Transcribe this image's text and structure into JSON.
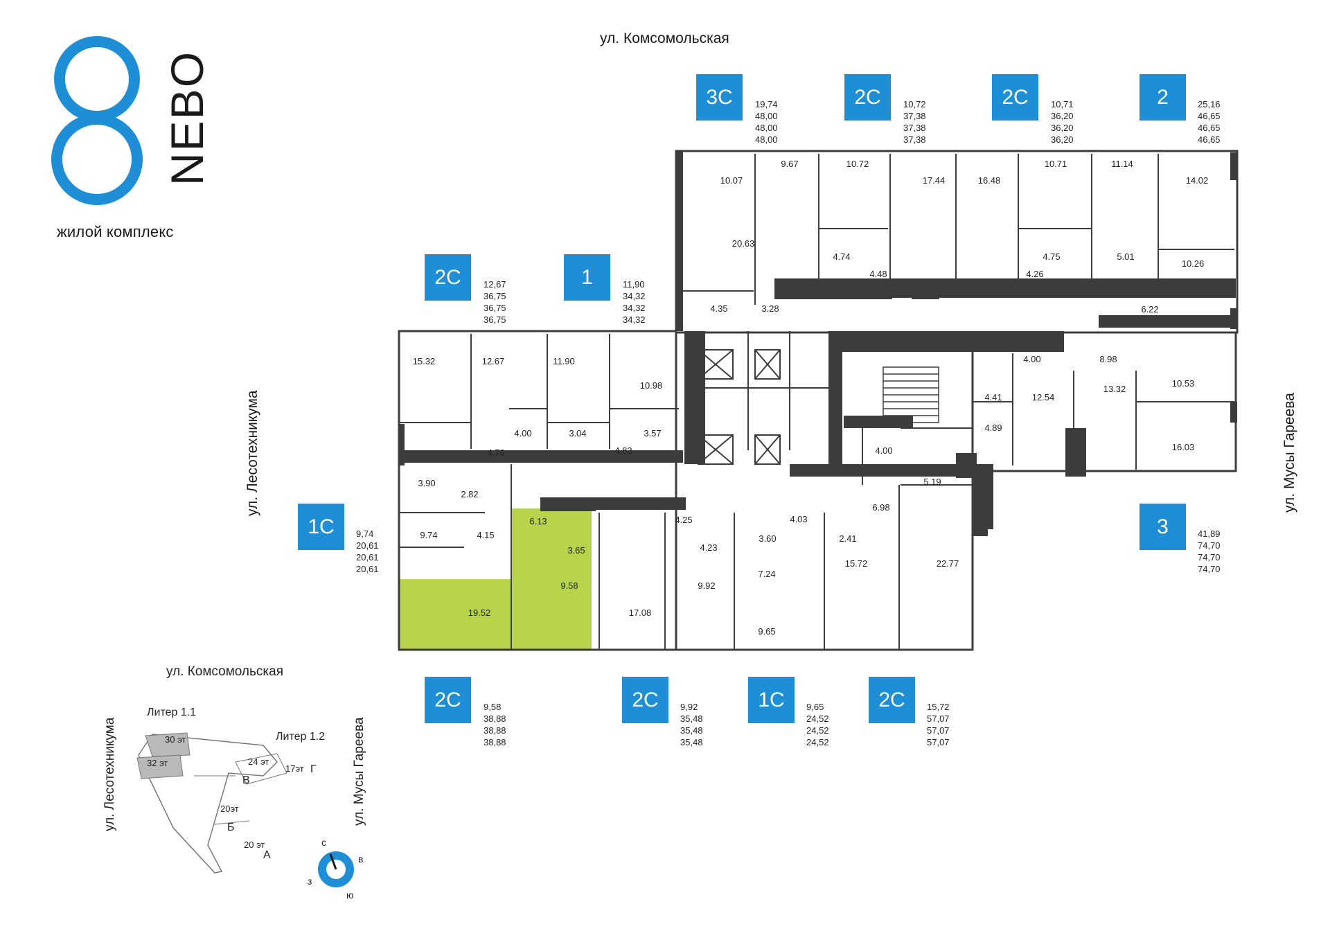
{
  "brand": {
    "name": "NEBO",
    "subtitle": "жилой комплекс"
  },
  "colors": {
    "accent": "#1e8fd6",
    "wall": "#3c3c3c",
    "selected": "#b8d44a",
    "site_block": "#b9b9b9"
  },
  "streets": {
    "top": "ул. Комсомольская",
    "left": "ул. Лесотехникума",
    "right": "ул. Мусы Гареева"
  },
  "apartments": [
    {
      "id": "a1",
      "type": "3С",
      "areas": [
        "19,74",
        "48,00",
        "48,00",
        "48,00"
      ]
    },
    {
      "id": "a2",
      "type": "2С",
      "areas": [
        "10,72",
        "37,38",
        "37,38",
        "37,38"
      ]
    },
    {
      "id": "a3",
      "type": "2С",
      "areas": [
        "10,71",
        "36,20",
        "36,20",
        "36,20"
      ]
    },
    {
      "id": "a4",
      "type": "2",
      "areas": [
        "25,16",
        "46,65",
        "46,65",
        "46,65"
      ]
    },
    {
      "id": "a5",
      "type": "2С",
      "areas": [
        "12,67",
        "36,75",
        "36,75",
        "36,75"
      ]
    },
    {
      "id": "a6",
      "type": "1",
      "areas": [
        "11,90",
        "34,32",
        "34,32",
        "34,32"
      ]
    },
    {
      "id": "a7",
      "type": "1С",
      "areas": [
        "9,74",
        "20,61",
        "20,61",
        "20,61"
      ]
    },
    {
      "id": "a8",
      "type": "3",
      "areas": [
        "41,89",
        "74,70",
        "74,70",
        "74,70"
      ]
    },
    {
      "id": "a9",
      "type": "2С",
      "areas": [
        "9,58",
        "38,88",
        "38,88",
        "38,88"
      ]
    },
    {
      "id": "a10",
      "type": "2С",
      "areas": [
        "9,92",
        "35,48",
        "35,48",
        "35,48"
      ]
    },
    {
      "id": "a11",
      "type": "1С",
      "areas": [
        "9,65",
        "24,52",
        "24,52",
        "24,52"
      ]
    },
    {
      "id": "a12",
      "type": "2С",
      "areas": [
        "15,72",
        "57,07",
        "57,07",
        "57,07"
      ]
    }
  ],
  "rooms": [
    "10.07",
    "9.67",
    "10.72",
    "17.44",
    "16.48",
    "10.71",
    "11.14",
    "14.02",
    "20.63",
    "4.74",
    "4.48",
    "4.26",
    "4.75",
    "5.01",
    "10.26",
    "4.35",
    "3.28",
    "6.22",
    "15.32",
    "12.67",
    "11.90",
    "10.98",
    "4.00",
    "3.04",
    "3.57",
    "4.76",
    "4.83",
    "4.00",
    "8.98",
    "4.41",
    "12.54",
    "13.32",
    "10.53",
    "4.89",
    "16.03",
    "3.90",
    "2.82",
    "4.00",
    "5.19",
    "9.74",
    "4.15",
    "6.13",
    "3.65",
    "4.25",
    "4.23",
    "3.60",
    "4.03",
    "2.41",
    "6.98",
    "9.58",
    "9.92",
    "7.24",
    "15.72",
    "22.77",
    "19.52",
    "17.08",
    "9.65"
  ],
  "site": {
    "street_top": "ул. Комсомольская",
    "street_left": "ул. Лесотехникума",
    "street_right": "ул. Мусы Гареева",
    "liter11": "Литер 1.1",
    "liter12": "Литер 1.2",
    "floors_30": "30 эт",
    "floors_32": "32 эт",
    "floors_24": "24 эт",
    "floors_17": "17эт",
    "floors_20b": "20эт",
    "floors_20a": "20 эт",
    "sec_v": "В",
    "sec_g": "Г",
    "sec_b": "Б",
    "sec_a": "А"
  },
  "compass": {
    "n": "с",
    "e": "в",
    "s": "ю",
    "w": "з"
  }
}
